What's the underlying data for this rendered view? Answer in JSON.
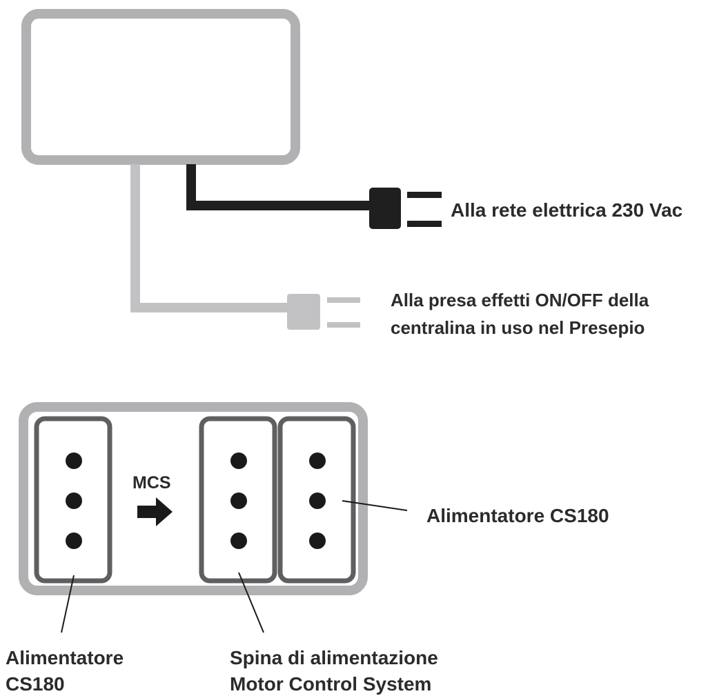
{
  "labels": {
    "mains": "Alla rete elettrica 230 Vac",
    "effects_line1": "Alla presa effetti ON/OFF della",
    "effects_line2": "centralina in uso nel Presepio",
    "mcs": "MCS",
    "right_supply": "Alimentatore CS180",
    "left_supply_line1": "Alimentatore",
    "left_supply_line2": "CS180",
    "plug_line1": "Spina di alimentazione",
    "plug_line2": "Motor Control System"
  },
  "colors": {
    "housing": "#b1b1b3",
    "socket_border": "#5f5f61",
    "mains_cable": "#1f1f1f",
    "effects_cable": "#c2c2c4",
    "dot": "#1a1a1a",
    "text": "#2b2b2b"
  }
}
